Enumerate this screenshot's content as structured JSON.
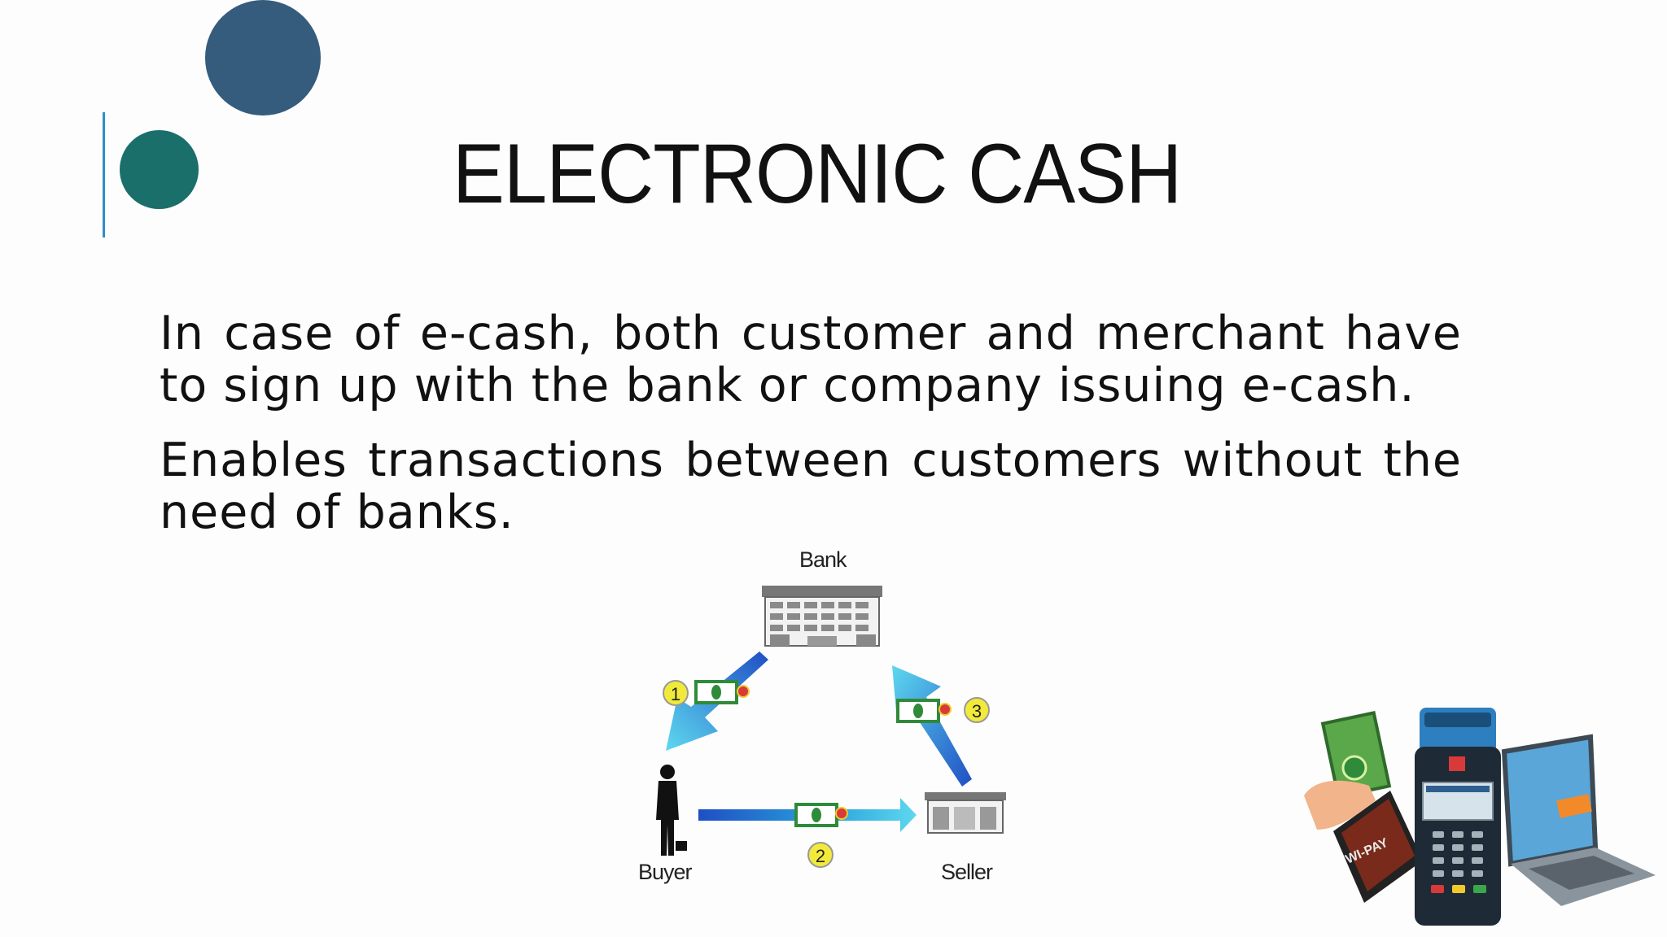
{
  "slide": {
    "title": "ELECTRONIC CASH",
    "bullets": [
      "In case of e-cash, both customer and merchant have to sign up with the bank or company issuing e-cash.",
      "Enables transactions between customers without the need of banks."
    ]
  },
  "diagram": {
    "labels": {
      "bank": "Bank",
      "buyer": "Buyer",
      "seller": "Seller"
    },
    "steps": [
      "1",
      "2",
      "3"
    ]
  },
  "pos_device": {
    "brand_text": "WI-PAY"
  },
  "colors": {
    "accent_dark_blue": "#355c7d",
    "accent_teal": "#1b6f6b",
    "accent_line": "#2f8fc9",
    "arrow_blue": "#2aa3dc",
    "step_badge": "#f2ea3a",
    "banknote_green": "#2f8a3a"
  }
}
